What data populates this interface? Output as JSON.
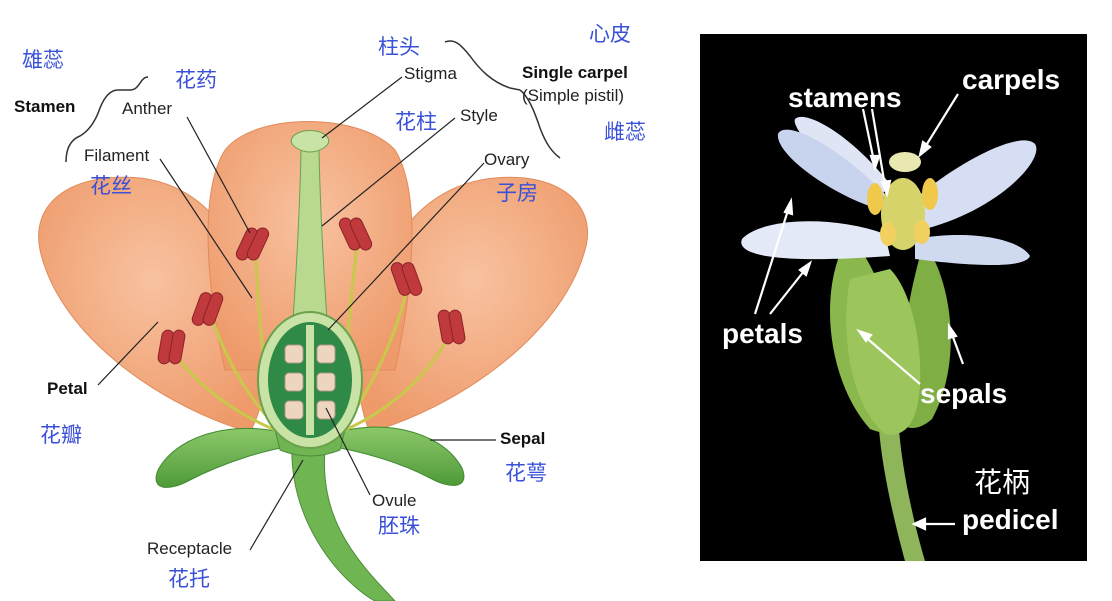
{
  "colors": {
    "chinese_label": "#3a50d8",
    "petal": "#f4a97c",
    "leaf": "#6fb552",
    "anther": "#c0393d",
    "photo_bg": "#000000"
  },
  "left_diagram": {
    "stamen": {
      "en": "Stamen",
      "zh": "雄蕊"
    },
    "anther": {
      "en": "Anther",
      "zh": "花药"
    },
    "filament": {
      "en": "Filament",
      "zh": "花丝"
    },
    "stigma": {
      "en": "Stigma",
      "zh": "柱头"
    },
    "style": {
      "en": "Style",
      "zh": "花柱"
    },
    "single_carpel": {
      "en": "Single carpel",
      "sub": "(Simple pistil)",
      "zh_top": "心皮",
      "zh_bottom": "雌蕊"
    },
    "ovary": {
      "en": "Ovary",
      "zh": "子房"
    },
    "petal": {
      "en": "Petal",
      "zh": "花瓣"
    },
    "sepal": {
      "en": "Sepal",
      "zh": "花萼"
    },
    "ovule": {
      "en": "Ovule",
      "zh": "胚珠"
    },
    "receptacle": {
      "en": "Receptacle",
      "zh": "花托"
    }
  },
  "photo": {
    "stamens": "stamens",
    "carpels": "carpels",
    "petals": "petals",
    "sepals": "sepals",
    "pedicel_zh": "花柄",
    "pedicel_en": "pedicel"
  }
}
